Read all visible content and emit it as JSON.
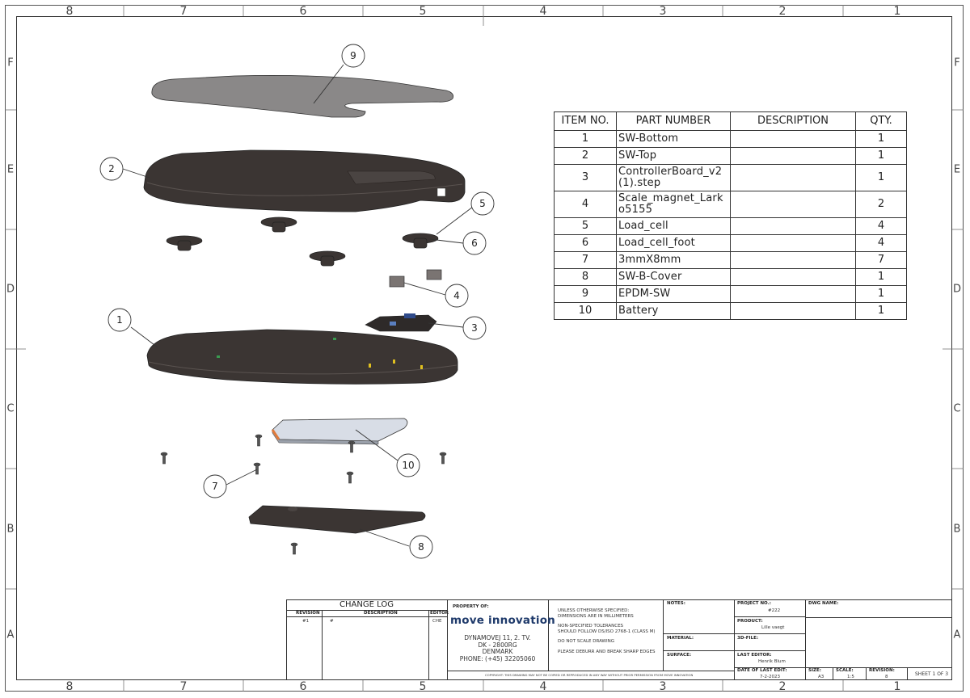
{
  "zones": {
    "columns": [
      "8",
      "7",
      "6",
      "5",
      "4",
      "3",
      "2",
      "1"
    ],
    "rows": [
      "F",
      "E",
      "D",
      "C",
      "B",
      "A"
    ]
  },
  "balloons": [
    "9",
    "2",
    "5",
    "6",
    "4",
    "3",
    "1",
    "10",
    "7",
    "8"
  ],
  "bom": {
    "headers": [
      "ITEM NO.",
      "PART NUMBER",
      "DESCRIPTION",
      "QTY."
    ],
    "rows": [
      {
        "item": "1",
        "part": "SW-Bottom",
        "desc": "",
        "qty": "1"
      },
      {
        "item": "2",
        "part": "SW-Top",
        "desc": "",
        "qty": "1"
      },
      {
        "item": "3",
        "part": "ControllerBoard_v2 (1).step",
        "desc": "",
        "qty": "1"
      },
      {
        "item": "4",
        "part": "Scale_magnet_Lark o5155",
        "desc": "",
        "qty": "2"
      },
      {
        "item": "5",
        "part": "Load_cell",
        "desc": "",
        "qty": "4"
      },
      {
        "item": "6",
        "part": "Load_cell_foot",
        "desc": "",
        "qty": "4"
      },
      {
        "item": "7",
        "part": "3mmX8mm",
        "desc": "",
        "qty": "7"
      },
      {
        "item": "8",
        "part": "SW-B-Cover",
        "desc": "",
        "qty": "1"
      },
      {
        "item": "9",
        "part": "EPDM-SW",
        "desc": "",
        "qty": "1"
      },
      {
        "item": "10",
        "part": "Battery",
        "desc": "",
        "qty": "1"
      }
    ]
  },
  "title_block": {
    "change_log": {
      "title": "CHANGE LOG",
      "headers": [
        "REVISION",
        "DESCRIPTION",
        "EDITOR"
      ],
      "row": {
        "revision": "#1",
        "description": "#",
        "editor": "CHE"
      }
    },
    "property_of_label": "PROPERTY OF:",
    "company_logo": "move innovation",
    "address": [
      "DYNAMOVEJ 11, 2. TV.",
      "DK - 2800RG",
      "DENMARK",
      "PHONE: (+45) 32205060"
    ],
    "notes_block": [
      "UNLESS OTHERWISE SPECIFIED:",
      "DIMENSIONS ARE IN MILLIMETERS",
      "NON-SPECIFIED TOLERANCES",
      "SHOULD FOLLOW DS/ISO 2768-1 (CLASS M)",
      "DO NOT SCALE DRAWING",
      "PLEASE DEBURR AND BREAK SHARP EDGES"
    ],
    "copyright": "COPYRIGHT: THIS DRAWING MAY NOT BE COPIED OR REPRODUCED IN ANY WAY WITHOUT PRIOR PERMISSION FROM MOVE INNOVATION",
    "notes_label": "NOTES:",
    "material_label": "MATERIAL:",
    "surface_label": "SURFACE:",
    "project_no_label": "PROJECT NO.:",
    "project_no": "#222",
    "product_label": "PRODUCT:",
    "product": "Lille vaegt",
    "file_3d_label": "3D-FILE:",
    "last_editor_label": "LAST EDITOR:",
    "last_editor": "Henrik Blum",
    "date_label": "DATE OF LAST EDIT:",
    "date": "7-2-2023",
    "dwg_name_label": "DWG NAME:",
    "size_label": "SIZE:",
    "size": "A3",
    "scale_label": "SCALE:",
    "scale": "1:5",
    "revision_label": "REVISION:",
    "revision": "8",
    "sheet": "SHEET 1 OF 3"
  },
  "colors": {
    "line": "#333333",
    "part_dark": "#3b3533",
    "part_mid": "#4a4442",
    "battery_fill": "#d8dde6",
    "battery_edge": "#e07a3a",
    "logo_blue": "#1f3a6b"
  }
}
